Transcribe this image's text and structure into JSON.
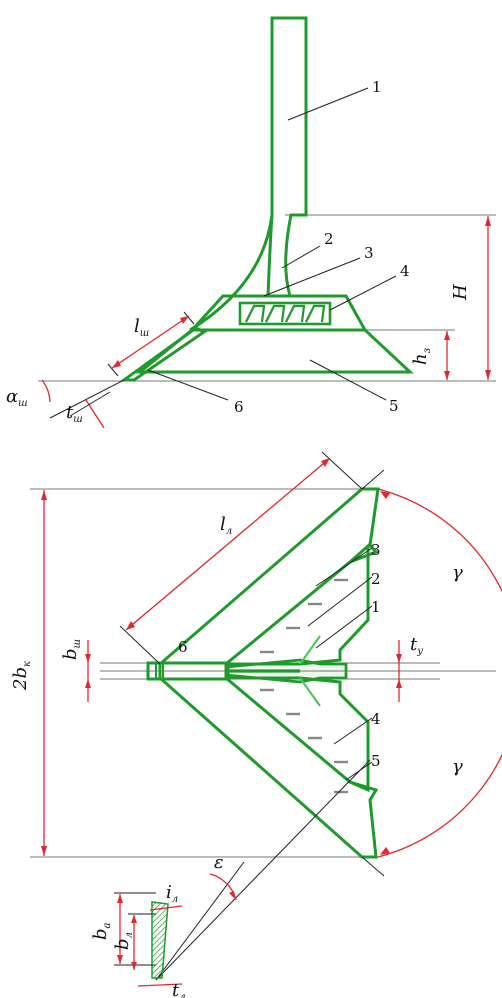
{
  "figure": {
    "top_view": {
      "part_labels": [
        "1",
        "2",
        "3",
        "4",
        "5",
        "6"
      ],
      "dimensions": {
        "H": {
          "main": "H",
          "sub": ""
        },
        "h": {
          "main": "h",
          "sub": "з"
        },
        "l": {
          "main": "l",
          "sub": "ш"
        },
        "t": {
          "main": "t",
          "sub": "ш"
        },
        "alpha": {
          "main": "α",
          "sub": "ш"
        }
      }
    },
    "bottom_view": {
      "part_labels": [
        "1",
        "2",
        "3",
        "4",
        "5",
        "6"
      ],
      "dimensions": {
        "two_b": {
          "main": "2b",
          "sub": "к"
        },
        "l": {
          "main": "l",
          "sub": "л"
        },
        "b": {
          "main": "b",
          "sub": "ш"
        },
        "t_y": {
          "main": "t",
          "sub": "у"
        },
        "gamma_upper": {
          "main": "γ",
          "sub": ""
        },
        "gamma_lower": {
          "main": "γ",
          "sub": ""
        },
        "epsilon": {
          "main": "ε",
          "sub": ""
        },
        "i": {
          "main": "i",
          "sub": "л"
        },
        "b_a": {
          "main": "b",
          "sub": "a"
        },
        "b_l": {
          "main": "b",
          "sub": "л"
        },
        "t_l": {
          "main": "t",
          "sub": "л"
        }
      }
    },
    "colors": {
      "part_stroke": "#1f9a2c",
      "dimension": "#e0282e",
      "line": "#222222",
      "guide": "#777777"
    }
  }
}
